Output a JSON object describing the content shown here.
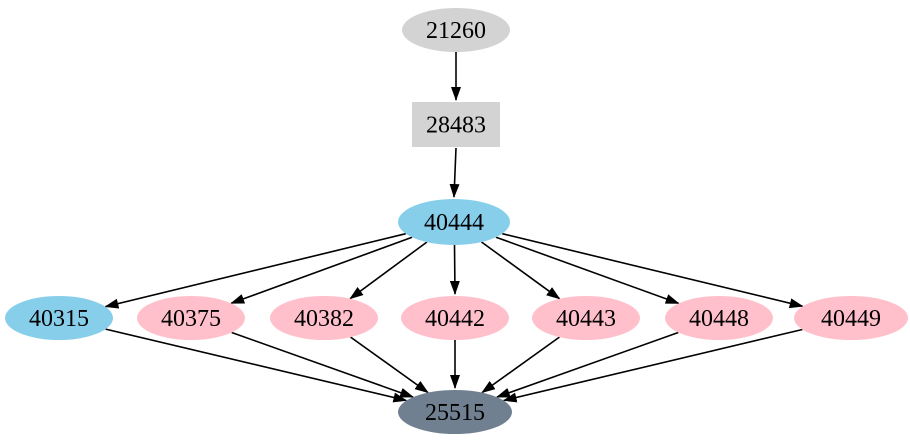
{
  "diagram": {
    "type": "directed-graph",
    "background": "#ffffff",
    "edge_color": "#000000",
    "colors": {
      "gray": "#d3d3d3",
      "skyblue": "#87ceeb",
      "pink": "#ffc0cb",
      "slategray": "#708090"
    },
    "nodes": [
      {
        "id": "21260",
        "label": "21260",
        "shape": "ellipse",
        "fill": "#d3d3d3"
      },
      {
        "id": "28483",
        "label": "28483",
        "shape": "box",
        "fill": "#d3d3d3"
      },
      {
        "id": "40444",
        "label": "40444",
        "shape": "ellipse",
        "fill": "#87ceeb"
      },
      {
        "id": "40315",
        "label": "40315",
        "shape": "ellipse",
        "fill": "#87ceeb"
      },
      {
        "id": "40375",
        "label": "40375",
        "shape": "ellipse",
        "fill": "#ffc0cb"
      },
      {
        "id": "40382",
        "label": "40382",
        "shape": "ellipse",
        "fill": "#ffc0cb"
      },
      {
        "id": "40442",
        "label": "40442",
        "shape": "ellipse",
        "fill": "#ffc0cb"
      },
      {
        "id": "40443",
        "label": "40443",
        "shape": "ellipse",
        "fill": "#ffc0cb"
      },
      {
        "id": "40448",
        "label": "40448",
        "shape": "ellipse",
        "fill": "#ffc0cb"
      },
      {
        "id": "40449",
        "label": "40449",
        "shape": "ellipse",
        "fill": "#ffc0cb"
      },
      {
        "id": "25515",
        "label": "25515",
        "shape": "ellipse",
        "fill": "#708090"
      }
    ],
    "edges": [
      {
        "from": "21260",
        "to": "28483"
      },
      {
        "from": "28483",
        "to": "40444"
      },
      {
        "from": "40444",
        "to": "40315"
      },
      {
        "from": "40444",
        "to": "40375"
      },
      {
        "from": "40444",
        "to": "40382"
      },
      {
        "from": "40444",
        "to": "40442"
      },
      {
        "from": "40444",
        "to": "40443"
      },
      {
        "from": "40444",
        "to": "40448"
      },
      {
        "from": "40444",
        "to": "40449"
      },
      {
        "from": "40315",
        "to": "25515"
      },
      {
        "from": "40375",
        "to": "25515"
      },
      {
        "from": "40382",
        "to": "25515"
      },
      {
        "from": "40442",
        "to": "25515"
      },
      {
        "from": "40443",
        "to": "25515"
      },
      {
        "from": "40448",
        "to": "25515"
      },
      {
        "from": "40449",
        "to": "25515"
      }
    ]
  }
}
